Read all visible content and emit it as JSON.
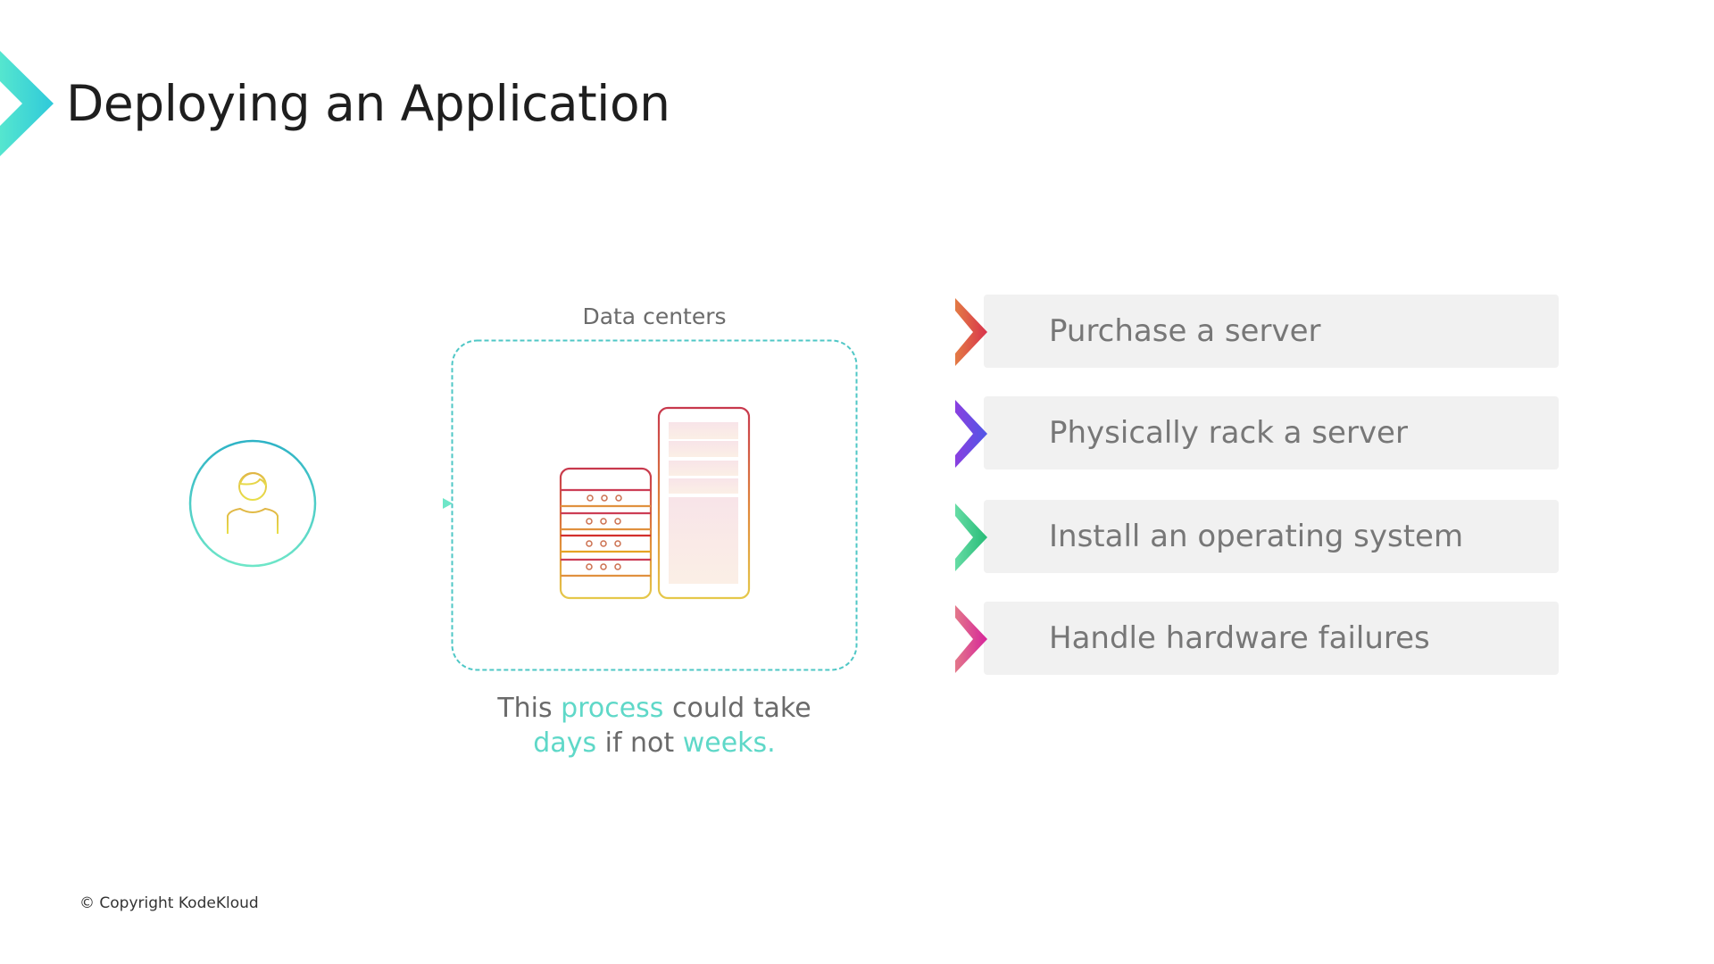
{
  "slide": {
    "title": "Deploying an Application",
    "logo_icon": "chevron-right-icon",
    "copyright": "© Copyright KodeKloud"
  },
  "diagram": {
    "user_icon": "user-icon",
    "arrow_icon": "arrow-right-icon",
    "data_center_label": "Data centers",
    "server_icon": "server-rack-icon",
    "caption": {
      "part1": "This ",
      "hl1": "process",
      "part2": " could take",
      "hl2": "days",
      "part3": " if not ",
      "hl3": "weeks."
    }
  },
  "steps": [
    {
      "label": "Purchase a server",
      "icon": "chevron-right-icon",
      "color_from": "#e37b45",
      "color_to": "#d8324c"
    },
    {
      "label": "Physically rack a server",
      "icon": "chevron-right-icon",
      "color_from": "#8a3fe0",
      "color_to": "#4f57e6"
    },
    {
      "label": "Install an operating system",
      "icon": "chevron-right-icon",
      "color_from": "#66dca5",
      "color_to": "#26bb76"
    },
    {
      "label": "Handle hardware failures",
      "icon": "chevron-right-icon",
      "color_from": "#e3788a",
      "color_to": "#d6239a"
    }
  ],
  "colors": {
    "accent_teal": "#5fd8c8",
    "logo_teal": "#3ee0d0",
    "step_bg": "#f1f1f1",
    "text_gray": "#777777"
  }
}
